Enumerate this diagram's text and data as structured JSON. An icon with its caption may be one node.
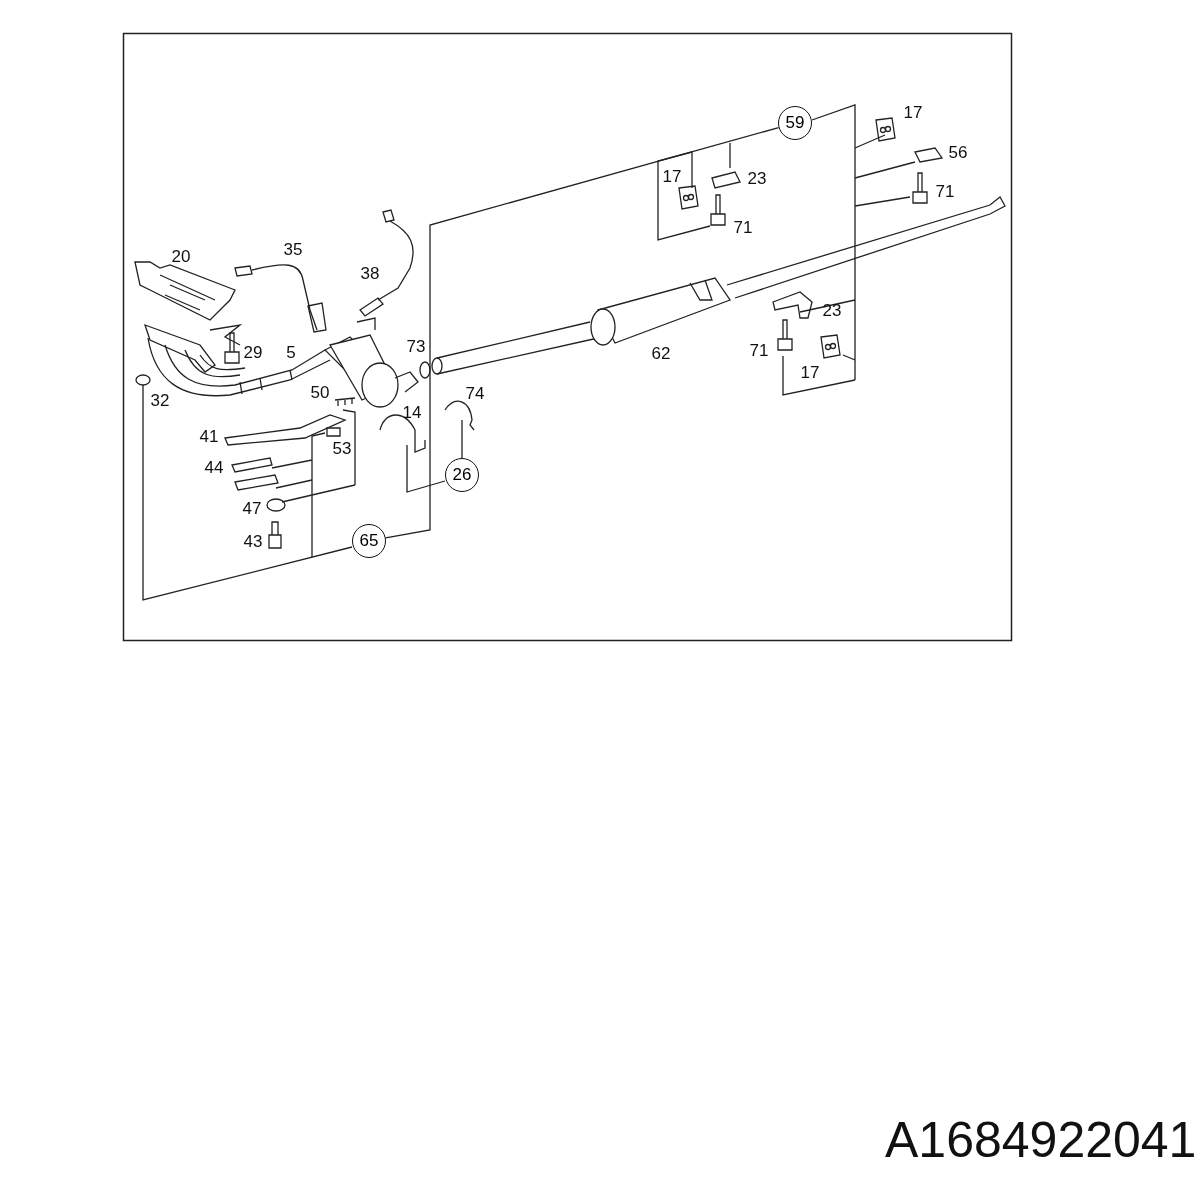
{
  "diagram": {
    "caption": "A1684922041",
    "nodes": [
      {
        "text": [
          "59"
        ]
      },
      {
        "text": [
          "26"
        ]
      },
      {
        "text": [
          "65"
        ]
      }
    ],
    "edges": [
      {
        "from": 0,
        "to": 2,
        "arrow": "none"
      }
    ],
    "labels": [
      "17",
      "56",
      "23",
      "17",
      "71",
      "71",
      "20",
      "35",
      "38",
      "73",
      "29",
      "5",
      "62",
      "23",
      "71",
      "17",
      "50",
      "32",
      "74",
      "14",
      "41",
      "53",
      "44",
      "47",
      "43"
    ]
  }
}
